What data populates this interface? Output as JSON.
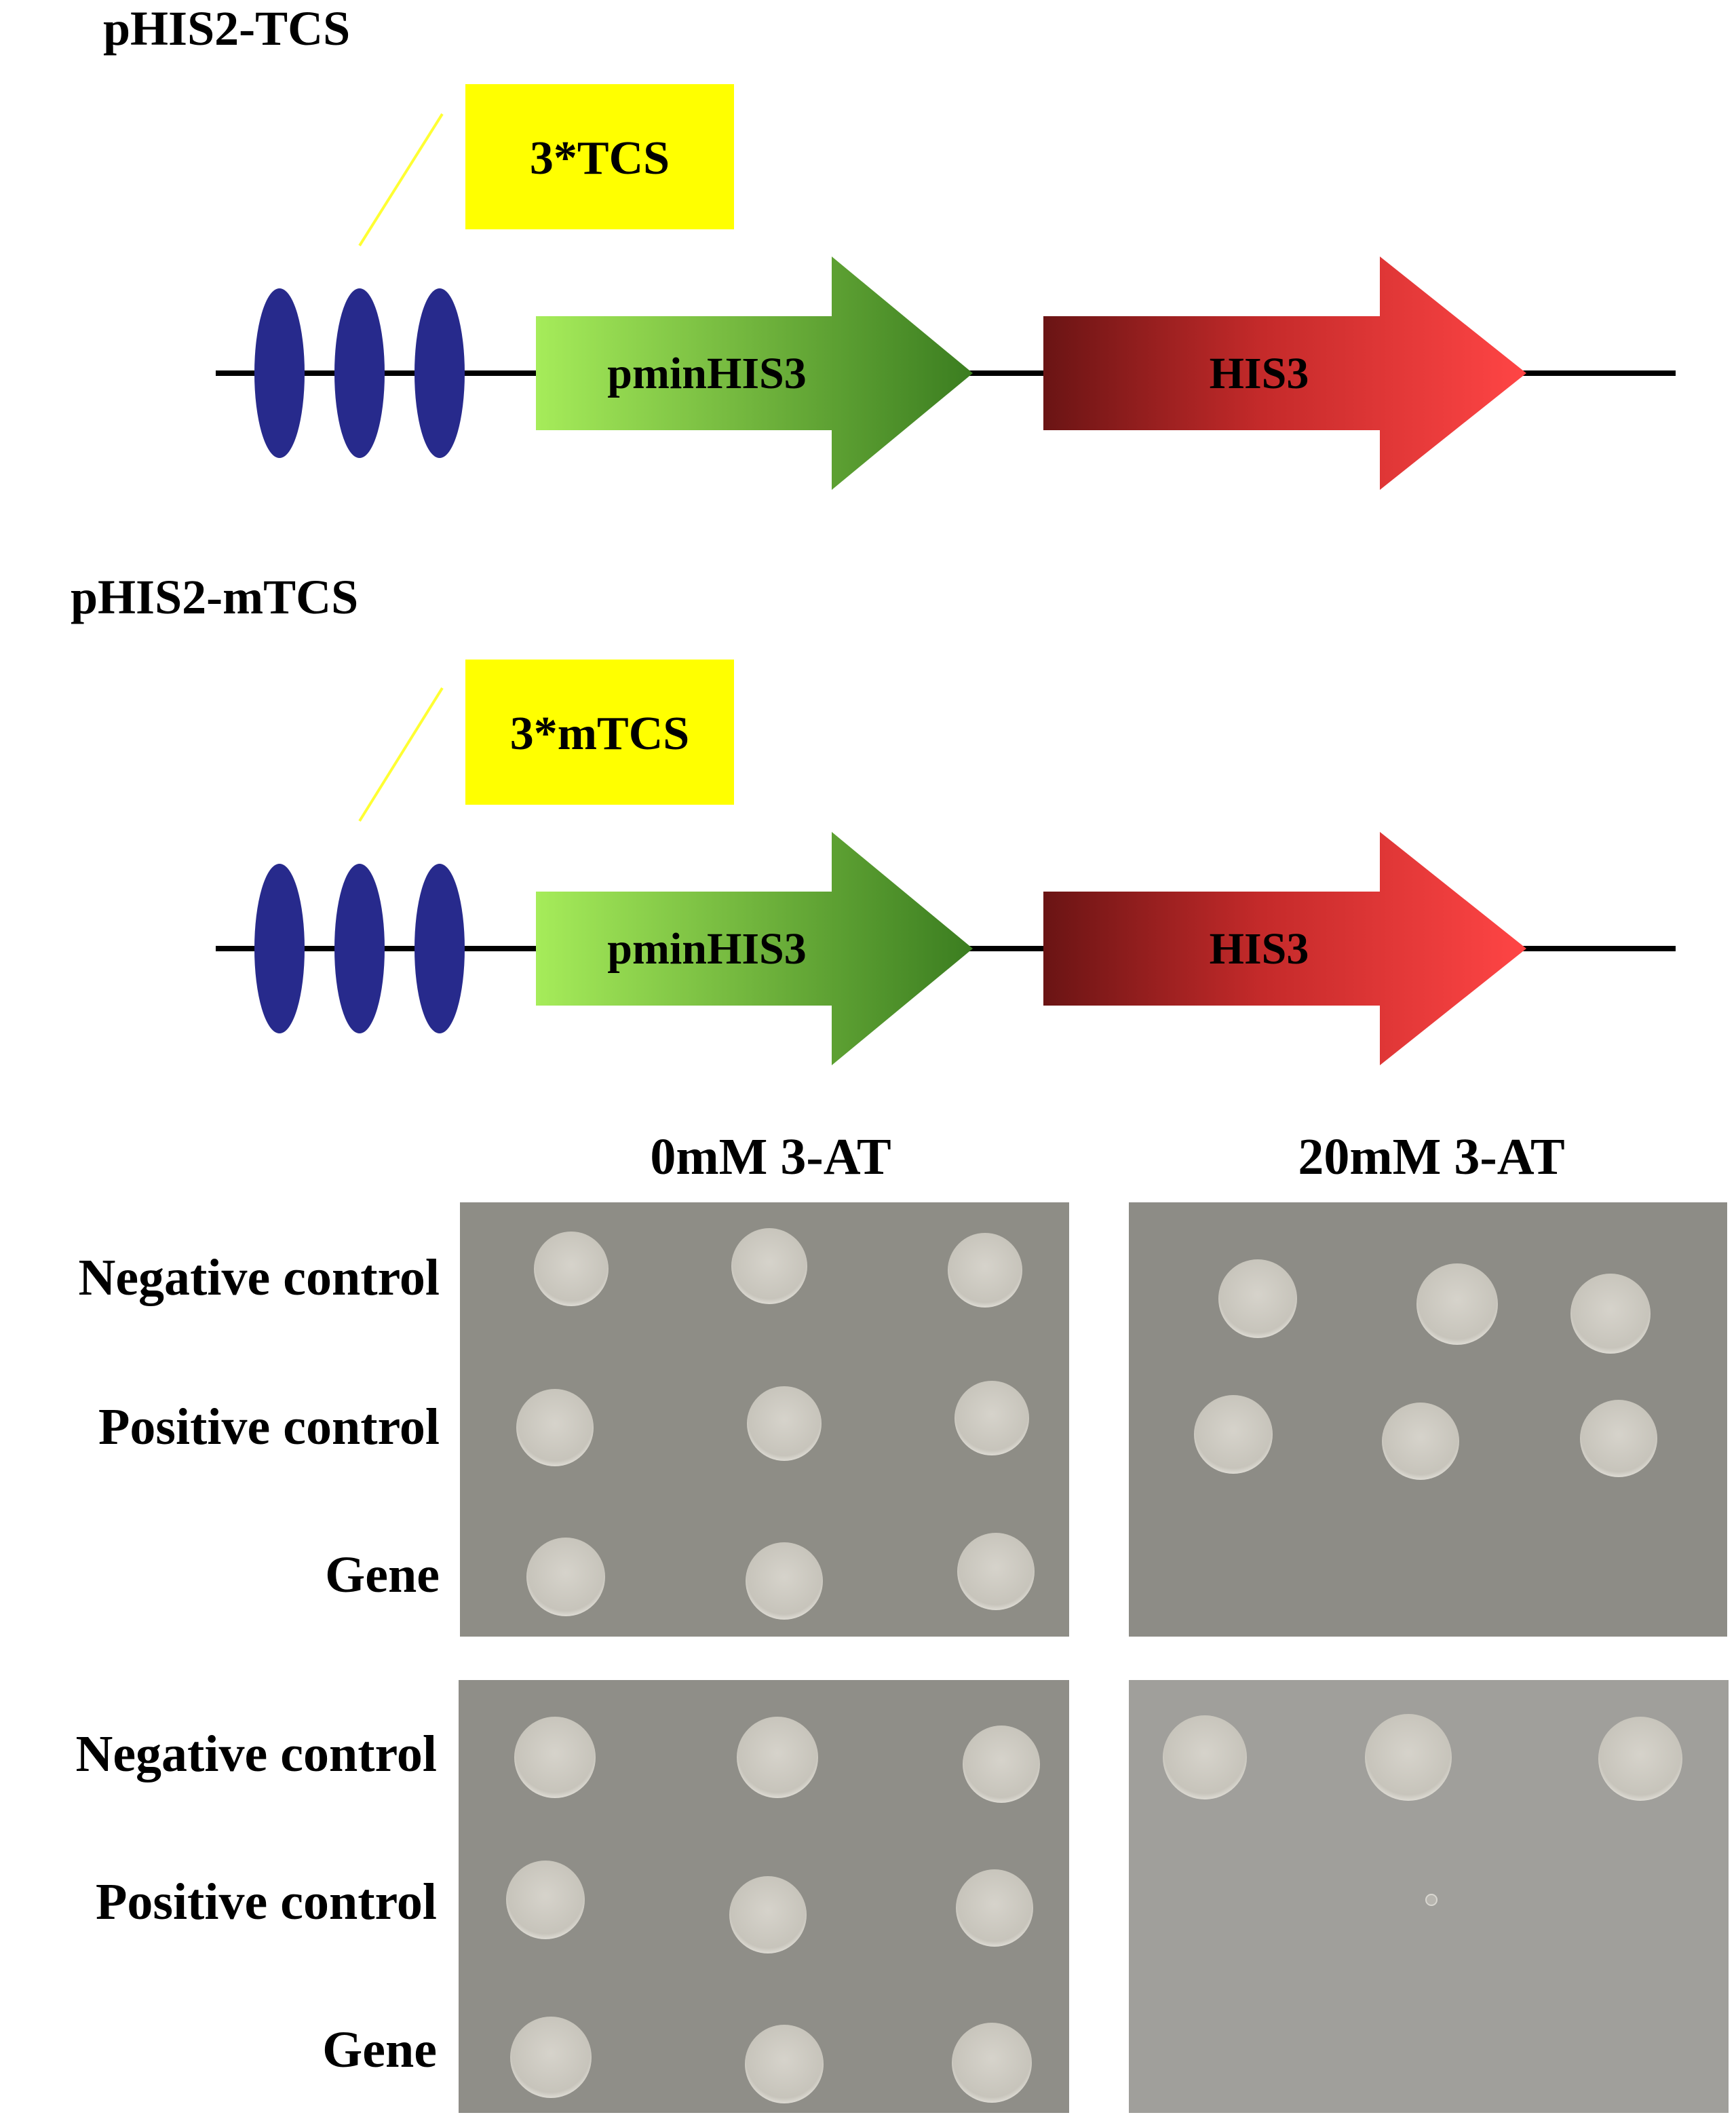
{
  "constructs": [
    {
      "title": "pHIS2-TCS",
      "element_label": "3*TCS",
      "promoter_label": "pminHIS3",
      "reporter_label": "HIS3"
    },
    {
      "title": "pHIS2-mTCS",
      "element_label": "3*mTCS",
      "promoter_label": "pminHIS3",
      "reporter_label": "HIS3"
    }
  ],
  "columns": [
    "0mM 3-AT",
    "20mM 3-AT"
  ],
  "plate_sets": [
    {
      "rows": [
        "Negative control",
        "Positive control",
        "Gene"
      ]
    },
    {
      "rows": [
        "Negative control",
        "Positive control",
        "Gene"
      ]
    }
  ],
  "colors": {
    "element_box": "#ffff00",
    "binding_site": "#272a8c",
    "promoter_light": "#a6ec5a",
    "promoter_dark": "#3b7d20",
    "reporter_dark": "#6a1414",
    "reporter_light": "#ff4545",
    "plate_0mM": "#8e8d86",
    "plate_20mM_top": "#8d8c86",
    "plate_20mM_bottom": "#a09f9b",
    "colony": "#cdcac2"
  }
}
